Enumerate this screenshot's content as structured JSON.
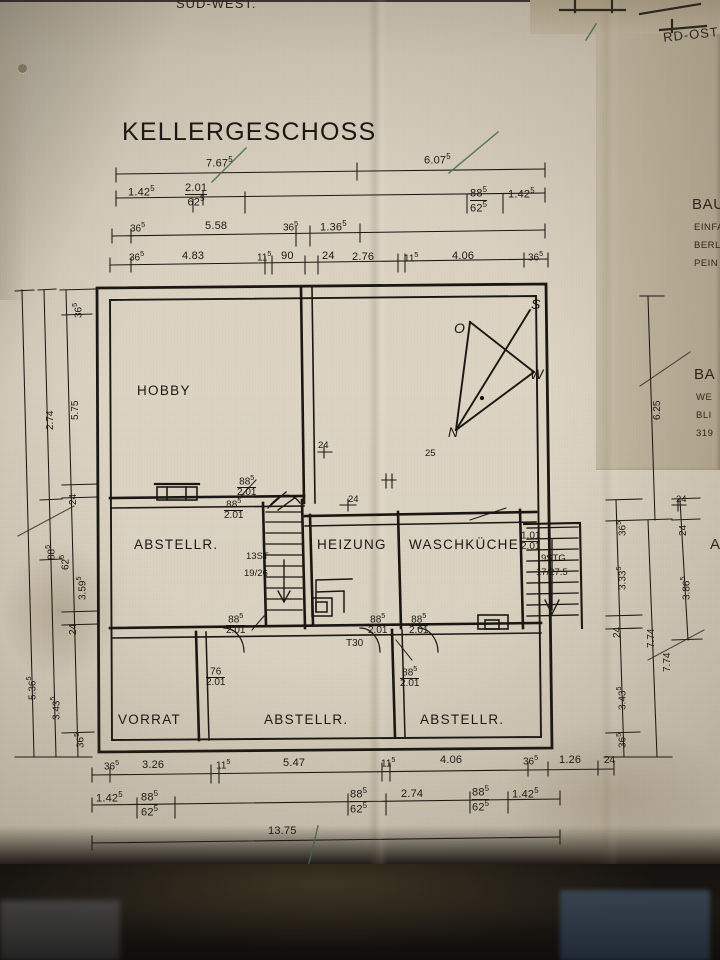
{
  "document": {
    "type": "architectural-floor-plan",
    "title": "KELLERGESCHOSS",
    "edge_notes": {
      "top_left": "SÜD-WEST.",
      "top_right": "RD-OST",
      "right_block_1": [
        "BAU",
        "EINFA",
        "BERL",
        "PEIN"
      ],
      "right_block_2": [
        "BA",
        "WE",
        "BLI",
        "319"
      ],
      "right_block_3": "A"
    }
  },
  "compass": {
    "n": "N",
    "o": "O",
    "s": "S",
    "w": "W"
  },
  "rooms": [
    {
      "name": "HOBBY"
    },
    {
      "name": "ABSTELLR."
    },
    {
      "name": "HEIZUNG"
    },
    {
      "name": "WASCHKÜCHE"
    },
    {
      "name": "VORRAT"
    },
    {
      "name": "ABSTELLR."
    },
    {
      "name": "ABSTELLR."
    }
  ],
  "stairs": [
    {
      "count": "13ST",
      "rise_run": "19/26"
    },
    {
      "count": "9STG",
      "rise_run": "17/27.5"
    }
  ],
  "openings": [
    {
      "width": "88",
      "width_sup": "5",
      "height": "2.01"
    },
    {
      "width": "88",
      "width_sup": "5",
      "height": "2.01"
    },
    {
      "width": "88",
      "width_sup": "5",
      "height": "2.01"
    },
    {
      "width": "88",
      "width_sup": "5",
      "height": "2.01"
    },
    {
      "width": "88",
      "width_sup": "5",
      "height": "2.01"
    },
    {
      "width": "88",
      "width_sup": "5",
      "height": "2.01"
    },
    {
      "width": "76",
      "width_sup": "",
      "height": "2.01"
    },
    {
      "width": "1.01",
      "width_sup": "",
      "height": "2.01"
    }
  ],
  "door_note": "T30",
  "wall_thickness": [
    "24",
    "24",
    "25",
    "24",
    "24",
    "24",
    "24",
    "24"
  ],
  "dimensions": {
    "top_chain_1": [
      {
        "value": "7.67",
        "sup": "5"
      },
      {
        "value": "6.07",
        "sup": "5"
      }
    ],
    "top_chain_2": [
      {
        "value": "1.42",
        "sup": "5"
      },
      {
        "value": "2.01",
        "sup": "",
        "below": "62",
        "below_sup": "5"
      },
      {
        "value": "88",
        "sup": "5",
        "below": "62",
        "below_sup": "5"
      },
      {
        "value": "1.42",
        "sup": "5"
      }
    ],
    "top_chain_3": [
      {
        "value": "36",
        "sup": "5"
      },
      {
        "value": "5.58",
        "sup": ""
      },
      {
        "value": "36",
        "sup": "5"
      },
      {
        "value": "1.36",
        "sup": "5"
      }
    ],
    "top_chain_4": [
      {
        "value": "36",
        "sup": "5"
      },
      {
        "value": "4.83",
        "sup": ""
      },
      {
        "value": "11",
        "sup": "5"
      },
      {
        "value": "90",
        "sup": ""
      },
      {
        "value": "24",
        "sup": ""
      },
      {
        "value": "2.76",
        "sup": ""
      },
      {
        "value": "11",
        "sup": "5"
      },
      {
        "value": "4.06",
        "sup": ""
      },
      {
        "value": "36",
        "sup": "5"
      }
    ],
    "bottom_chain_1": [
      {
        "value": "36",
        "sup": "5"
      },
      {
        "value": "3.26",
        "sup": ""
      },
      {
        "value": "11",
        "sup": "5"
      },
      {
        "value": "5.47",
        "sup": ""
      },
      {
        "value": "11",
        "sup": "5"
      },
      {
        "value": "4.06",
        "sup": ""
      },
      {
        "value": "36",
        "sup": "5"
      },
      {
        "value": "1.26",
        "sup": ""
      },
      {
        "value": "24",
        "sup": ""
      }
    ],
    "bottom_chain_2": [
      {
        "value": "1.42",
        "sup": "5"
      },
      {
        "value": "88",
        "sup": "5",
        "below": "62",
        "below_sup": "5"
      },
      {
        "value": "88",
        "sup": "5",
        "below": "62",
        "below_sup": "5"
      },
      {
        "value": "2.74",
        "sup": ""
      },
      {
        "value": "88",
        "sup": "5",
        "below": "62",
        "below_sup": "5"
      },
      {
        "value": "1.42",
        "sup": "5"
      }
    ],
    "bottom_chain_3": [
      {
        "value": "13.75",
        "sup": ""
      }
    ],
    "left_chain_outer": [
      {
        "value": "5.36",
        "sup": "5"
      }
    ],
    "left_chain_a": [
      {
        "value": "2.74",
        "sup": ""
      },
      {
        "value": "88",
        "sup": "5",
        "below": "62",
        "below_sup": "5"
      },
      {
        "value": "3.43",
        "sup": "5"
      }
    ],
    "left_chain_b": [
      {
        "value": "36",
        "sup": "5"
      },
      {
        "value": "5.75",
        "sup": ""
      },
      {
        "value": "24",
        "sup": ""
      },
      {
        "value": "3.59",
        "sup": "5"
      },
      {
        "value": "24",
        "sup": ""
      },
      {
        "value": "36",
        "sup": "5"
      }
    ],
    "right_chain_a": [
      {
        "value": "6.25",
        "sup": ""
      },
      {
        "value": "36",
        "sup": "5"
      },
      {
        "value": "3.33",
        "sup": "5"
      },
      {
        "value": "24",
        "sup": ""
      },
      {
        "value": "3.43",
        "sup": "5"
      },
      {
        "value": "36",
        "sup": "5"
      }
    ],
    "right_chain_b": [
      {
        "value": "7.74",
        "sup": ""
      },
      {
        "value": "24",
        "sup": ""
      },
      {
        "value": "3.86",
        "sup": "5"
      },
      {
        "value": "7.74",
        "sup": ""
      }
    ],
    "left_small": [
      {
        "value": "24",
        "sup": ""
      },
      {
        "value": "24",
        "sup": ""
      }
    ]
  },
  "colors": {
    "paper": "#ded5c4",
    "ink": "#1a1713",
    "paper_dark": "#c6bba4",
    "table": "#16130f"
  }
}
